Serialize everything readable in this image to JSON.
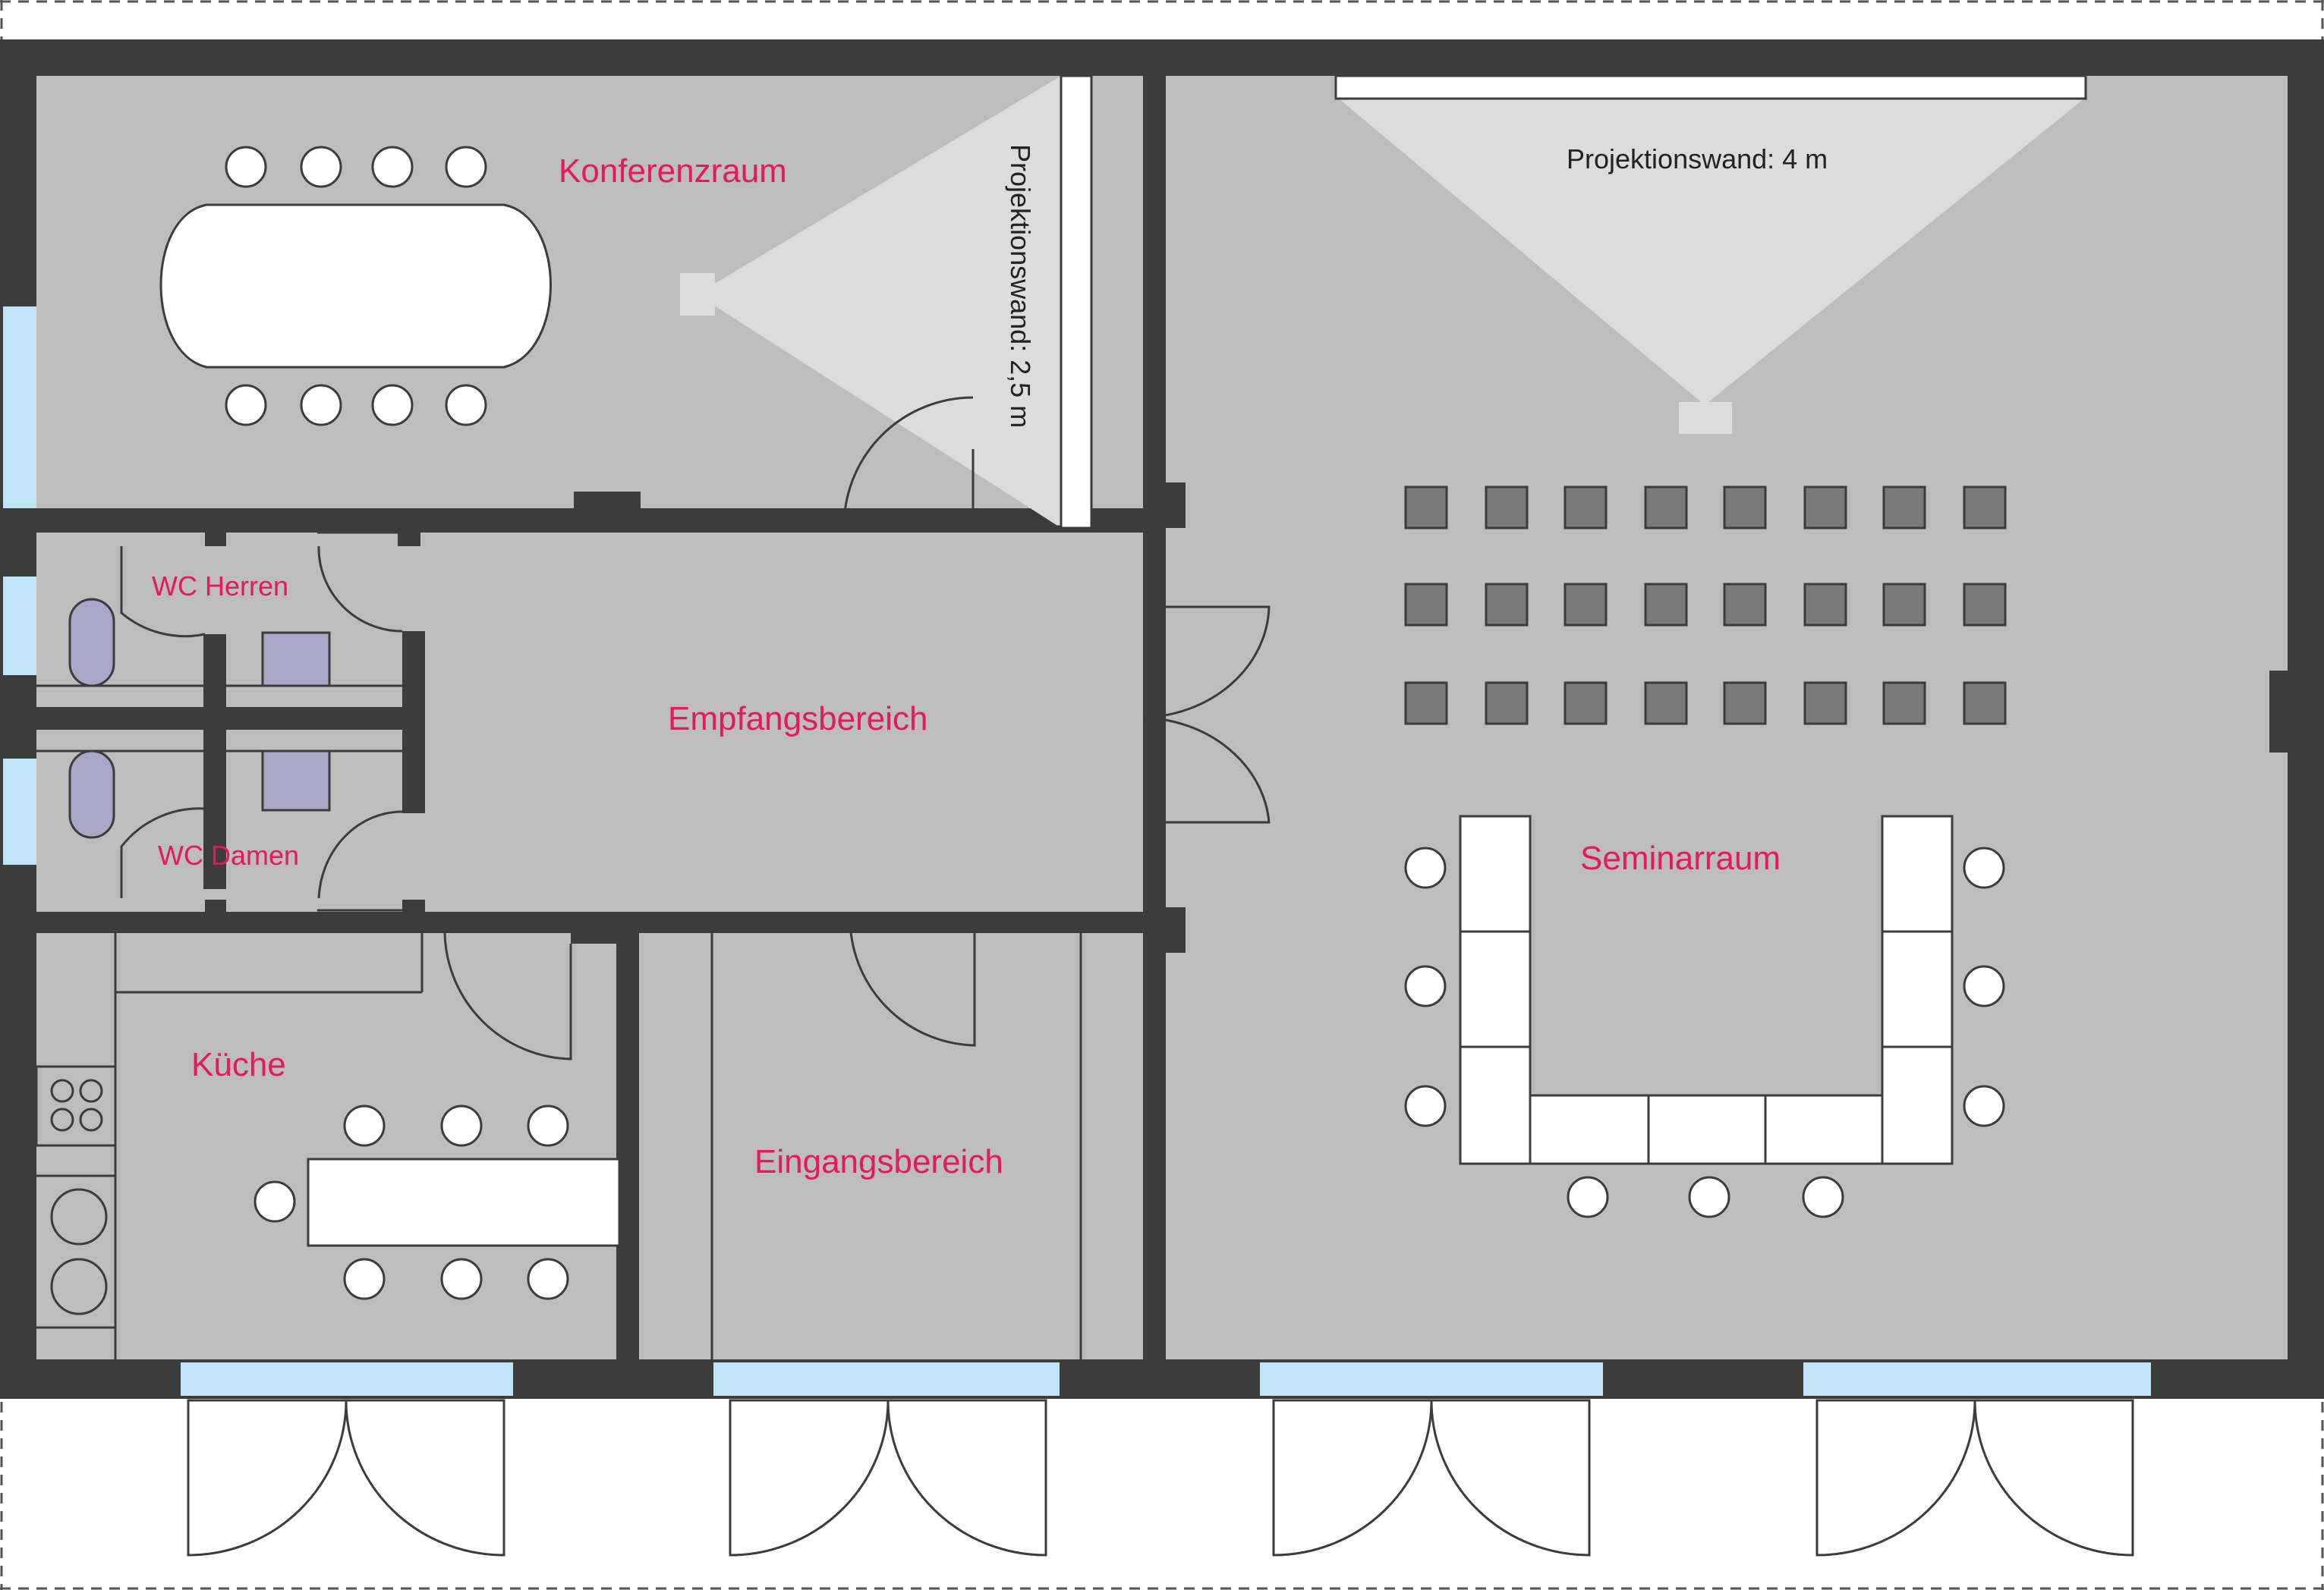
{
  "rooms": {
    "konferenzraum": "Konferenzraum",
    "empfangsbereich": "Empfangsbereich",
    "seminarraum": "Seminarraum",
    "wc_herren": "WC Herren",
    "wc_damen": "WC Damen",
    "kueche": "Küche",
    "eingangsbereich": "Eingangsbereich"
  },
  "projection": {
    "conference_screen": "Projektionswand: 2,5 m",
    "seminar_screen": "Projektionswand: 4 m"
  },
  "colors": {
    "floor": "#bdbdbd",
    "wall": "#3c3c3c",
    "window": "#bfe3f7",
    "label": "#e5195e",
    "projection_cone": "#dcdcdc",
    "seat_dark": "#7a7a7a",
    "sanitary": "#a9a6c7"
  }
}
